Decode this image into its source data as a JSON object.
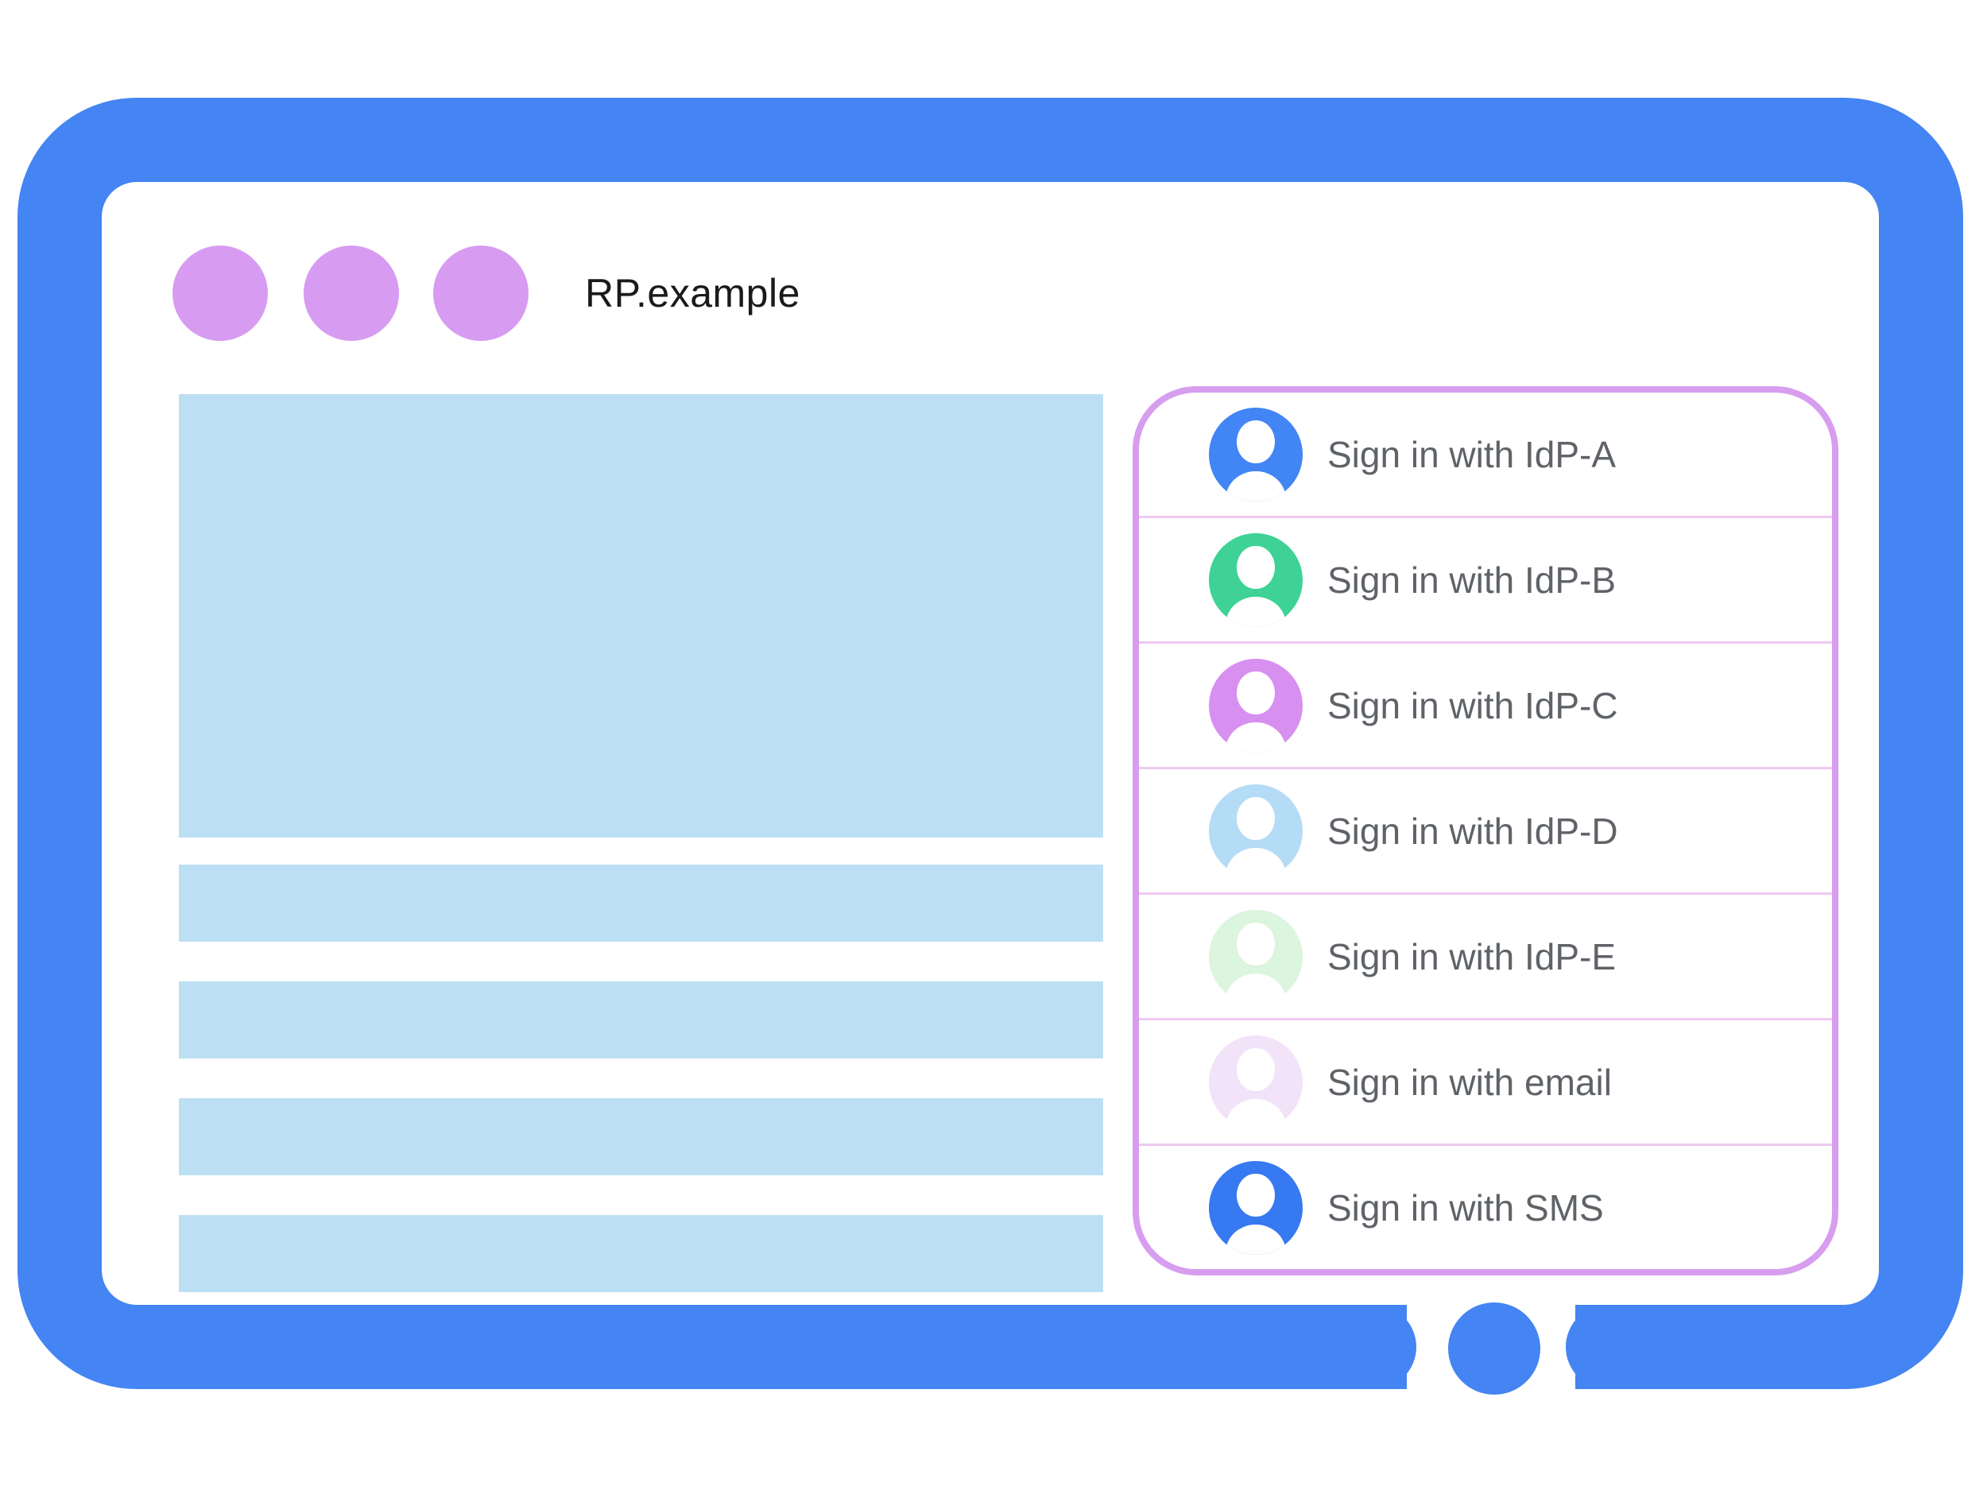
{
  "window": {
    "title": "RP.example",
    "dots_count": 3
  },
  "signin_panel": {
    "items": [
      {
        "id": "idp-a",
        "label": "Sign in with IdP-A",
        "avatar_color": "#4285F4"
      },
      {
        "id": "idp-b",
        "label": "Sign in with IdP-B",
        "avatar_color": "#3ED296"
      },
      {
        "id": "idp-c",
        "label": "Sign in with IdP-C",
        "avatar_color": "#D78FF0"
      },
      {
        "id": "idp-d",
        "label": "Sign in with IdP-D",
        "avatar_color": "#B5DCF6"
      },
      {
        "id": "idp-e",
        "label": "Sign in with IdP-E",
        "avatar_color": "#DBF5DF"
      },
      {
        "id": "email",
        "label": "Sign in with email",
        "avatar_color": "#F3E3F9"
      },
      {
        "id": "sms",
        "label": "Sign in with SMS",
        "avatar_color": "#3679F0"
      }
    ]
  },
  "placeholders": {
    "hero_blocks": 1,
    "text_bars": 4
  },
  "colors": {
    "frame_blue": "#4484F3",
    "dot_purple": "#D79CF1",
    "panel_border_pink": "#D79DEF",
    "separator_pink": "#EFC9F1",
    "placeholder_blue": "#BDDFF4",
    "label_gray": "#5F6368",
    "title_black": "#1A1A1A",
    "person_white": "#FFFFFF"
  }
}
